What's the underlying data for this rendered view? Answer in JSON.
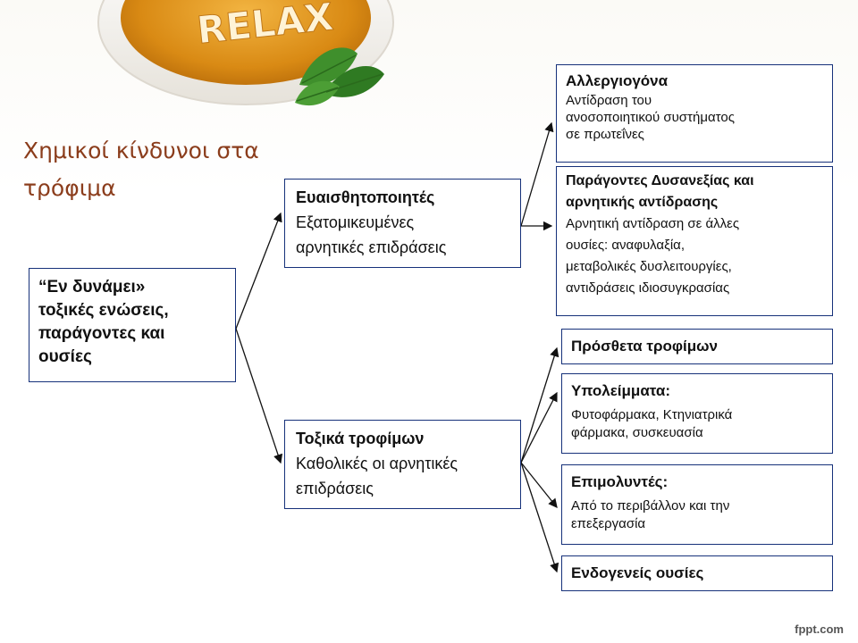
{
  "header": {
    "cup_label": "RELAX",
    "title_line1": "Χημικοί κίνδυνοι στα",
    "title_line2": "τρόφιμα"
  },
  "colors": {
    "title": "#8b3d1c",
    "box_border": "#16317a",
    "arrow": "#111111"
  },
  "icons": [
    "tea-cup-icon",
    "mint-leaf-icon"
  ],
  "diagram": {
    "root": {
      "line1": "“Εν δυνάμει»",
      "line2": "τοξικές ενώσεις,",
      "line3": "παράγοντες και",
      "line4": "ουσίες"
    },
    "sensitizers": {
      "title": "Ευαισθητοποιητές",
      "line1": "Εξατομικευμένες",
      "line2": "αρνητικές επιδράσεις"
    },
    "toxicants": {
      "title": "Τοξικά τροφίμων",
      "line1": "Καθολικές οι αρνητικές",
      "line2": "επιδράσεις"
    },
    "allergens": {
      "title": "Αλλεργιογόνα",
      "line1": "Αντίδραση του",
      "line2": "ανοσοποιητικού συστήματος",
      "line3": "σε πρωτεΐνες"
    },
    "intolerance": {
      "title1": "Παράγοντες Δυσανεξίας και",
      "title2": "αρνητικής αντίδρασης",
      "line1": "Αρνητική αντίδραση σε άλλες",
      "line2": "ουσίες: αναφυλαξία,",
      "line3": "μεταβολικές δυσλειτουργίες,",
      "line4": "αντιδράσεις ιδιοσυγκρασίας"
    },
    "additives": {
      "title": "Πρόσθετα τροφίμων"
    },
    "residues": {
      "title": "Υπολείμματα:",
      "line1": "Φυτοφάρμακα, Κτηνιατρικά",
      "line2": "φάρμακα, συσκευασία"
    },
    "contaminants": {
      "title": "Επιμολυντές:",
      "line1": "Από το περιβάλλον και την",
      "line2": "επεξεργασία"
    },
    "endogenous": {
      "title": "Ενδογενείς ουσίες"
    }
  },
  "footer": {
    "brand": "fppt.com"
  }
}
